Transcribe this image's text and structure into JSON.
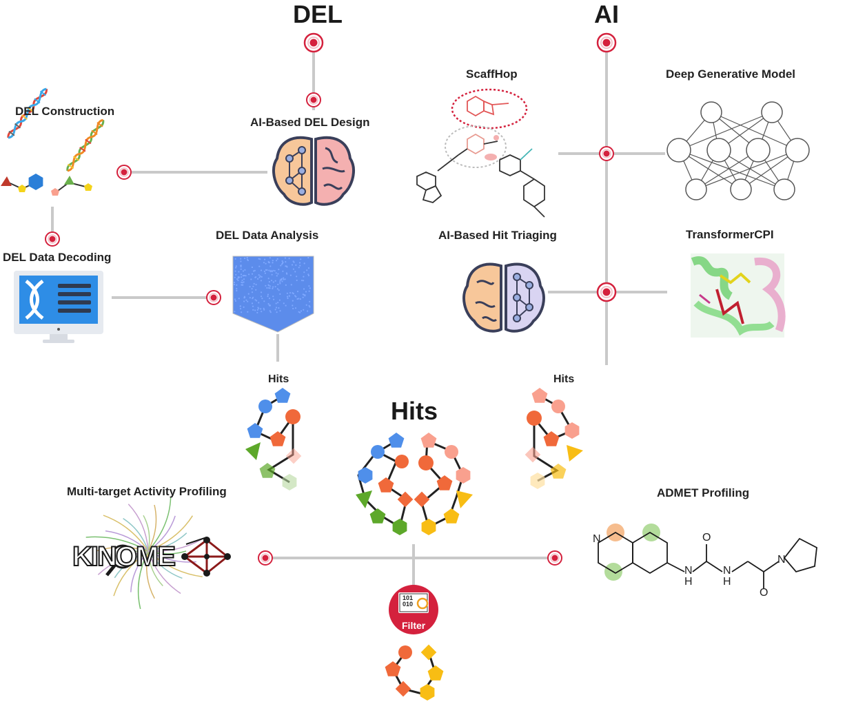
{
  "titles": {
    "del": "DEL",
    "ai": "AI",
    "hits_center": "Hits",
    "hits_left": "Hits",
    "hits_right": "Hits"
  },
  "del_branch": {
    "construction": "DEL Construction",
    "ai_design": "AI-Based DEL Design",
    "decoding": "DEL Data Decoding",
    "analysis": "DEL Data Analysis"
  },
  "ai_branch": {
    "scaffhop": "ScaffHop",
    "generative": "Deep Generative Model",
    "triaging": "AI-Based Hit Triaging",
    "transformer": "TransformerCPI"
  },
  "profiling": {
    "multi_target": "Multi-target Activity Profiling",
    "admet": "ADMET Profiling",
    "kinome_word": "KINOME",
    "filter": "Filter",
    "filter_bits": "101 010"
  },
  "molecule_labels": {
    "n_ring": "N",
    "nh1": "N",
    "h1": "H",
    "nh2": "N",
    "h2": "H",
    "o1": "O",
    "o2": "O",
    "n_pyr": "N"
  },
  "colors": {
    "accent_red": "#d4213d",
    "line_gray": "#c9c9c9",
    "brain_blue": "#9aaee0",
    "brain_pink": "#f4b0b0",
    "brain_tan": "#f7c79a",
    "hit_blue": "#4f8fea",
    "hit_orange": "#f0693a",
    "hit_salmon": "#f9a08e",
    "hit_green": "#5da82a",
    "hit_yellow": "#f8bd14"
  }
}
